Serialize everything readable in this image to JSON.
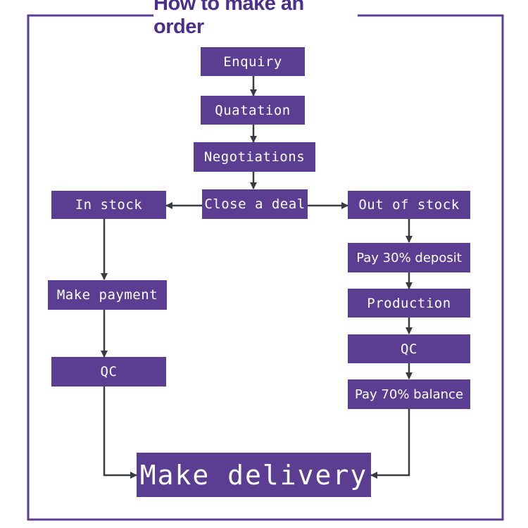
{
  "title": "How to make an order",
  "colors": {
    "accent": "#4b2f8a",
    "box": "#5b3d91",
    "line": "#3a3a44"
  },
  "steps": {
    "enquiry": "Enquiry",
    "quotation": "Quatation",
    "negotiations": "Negotiations",
    "close_deal": "Close a deal",
    "in_stock": "In stock",
    "make_payment": "Make payment",
    "qc_left": "QC",
    "out_of_stock": "Out of stock",
    "deposit": "Pay 30% deposit",
    "production": "Production",
    "qc_right": "QC",
    "balance": "Pay 70% balance",
    "delivery": "Make delivery"
  }
}
